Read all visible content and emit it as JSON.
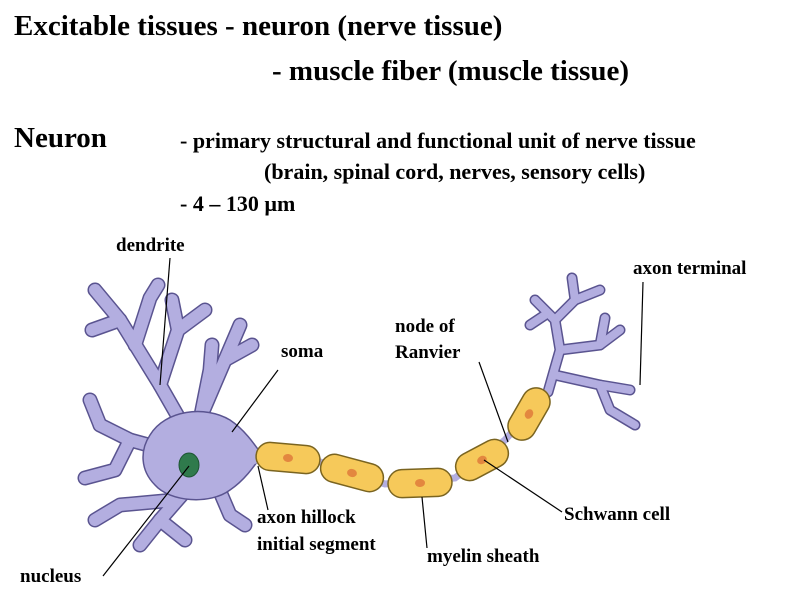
{
  "header": {
    "line1": "Excitable tissues  - neuron (nerve tissue)",
    "line2": "- muscle fiber (muscle tissue)"
  },
  "neuron": {
    "term": "Neuron",
    "def1": "- primary structural and functional unit of nerve tissue",
    "def2": "(brain, spinal cord, nerves, sensory cells)",
    "size": "- 4 – 130 µm"
  },
  "labels": {
    "dendrite": "dendrite",
    "soma": "soma",
    "node_line1": "node of",
    "node_line2": "Ranvier",
    "axon_terminal": "axon terminal",
    "axon_hillock": "axon hillock",
    "initial_segment": "initial segment",
    "schwann_cell": "Schwann cell",
    "myelin_sheath": "myelin sheath",
    "nucleus": "nucleus"
  },
  "colors": {
    "cell_body": "#b3aee0",
    "cell_outline": "#5a5490",
    "nucleus": "#2f7a4c",
    "myelin": "#f6c95a",
    "myelin_outline": "#7a6420",
    "schwann_nucleus": "#e3873f"
  }
}
